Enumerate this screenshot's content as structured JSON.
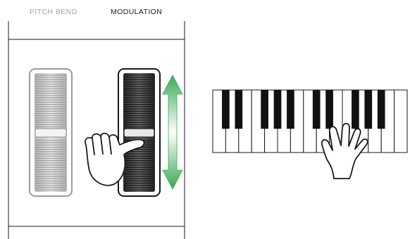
{
  "labels": {
    "pitch_bend": "PITCH BEND",
    "modulation": "MODULATION"
  },
  "colors": {
    "inactive": "#a3a3a3",
    "active": "#1a1a1a",
    "arrow_green": "#3aa856"
  },
  "illustration": {
    "wheels": [
      {
        "name": "pitch-bend-wheel",
        "state": "inactive"
      },
      {
        "name": "modulation-wheel",
        "state": "active",
        "motion": "up-down"
      }
    ],
    "keyboard": {
      "white_keys": 15,
      "hand": "playing-keys"
    }
  }
}
